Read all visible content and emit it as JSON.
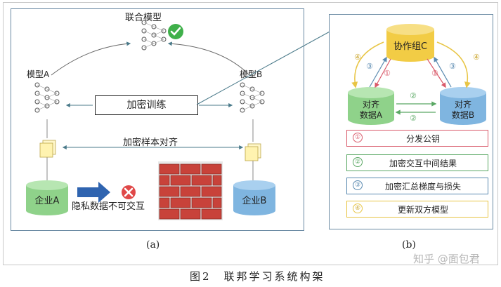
{
  "panel_a": {
    "joint_model": "联合模型",
    "model_a": "模型A",
    "model_b": "模型B",
    "encrypted_training": "加密训练",
    "encrypted_sample_alignment": "加密样本对齐",
    "enterprise_a": "企业A",
    "enterprise_b": "企业B",
    "privacy_no_exchange": "隐私数据不可交互",
    "label": "(a)"
  },
  "panel_b": {
    "collaborator": "协作组C",
    "aligned_data_a": [
      "对齐",
      "数据A"
    ],
    "aligned_data_b": [
      "对齐",
      "数据B"
    ],
    "arrow_nums": [
      "④",
      "③",
      "①",
      "①",
      "③",
      "④",
      "②",
      "②"
    ],
    "legend": [
      {
        "num": "①",
        "text": "分发公钥",
        "color": "#d95a6a"
      },
      {
        "num": "②",
        "text": "加密交互中间结果",
        "color": "#5aa864"
      },
      {
        "num": "③",
        "text": "加密汇总梯度与损失",
        "color": "#5a8ab0"
      },
      {
        "num": "④",
        "text": "更新双方模型",
        "color": "#e8c545"
      }
    ],
    "label": "(b)"
  },
  "caption": "图2　联邦学习系统构架",
  "watermark": "知乎 @面包君",
  "colors": {
    "frame": "#6a8aa3",
    "cylinder_green": "#8fd28a",
    "cylinder_blue": "#7fb5e0",
    "cylinder_gold": "#f2cc45",
    "check_green": "#3fb04a",
    "cross_red": "#e04848",
    "arrow_blue": "#2f64b0",
    "brick_red": "#c8423a"
  }
}
